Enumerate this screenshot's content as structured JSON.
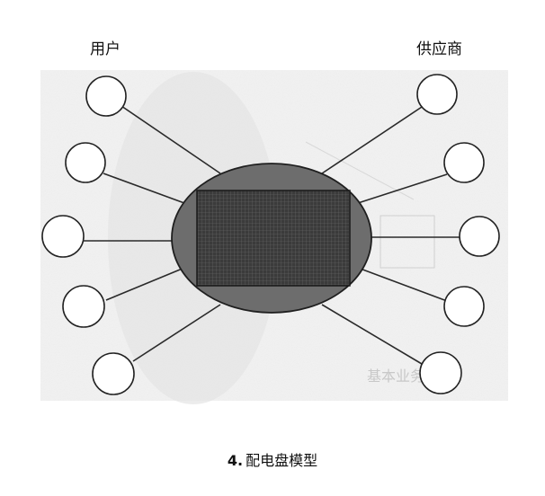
{
  "labels": {
    "left_group": "用户",
    "right_group": "供应商"
  },
  "caption": {
    "number": "4.",
    "title": "配电盘模型"
  },
  "watermark": "基本业务",
  "colors": {
    "ellipse_fill": "#6d6d6d",
    "rect_fill": "#3e3e3e",
    "line": "#2a2a2a",
    "background_texture": "#eeeeee"
  },
  "nodes": {
    "left_count": 5,
    "right_count": 5
  }
}
